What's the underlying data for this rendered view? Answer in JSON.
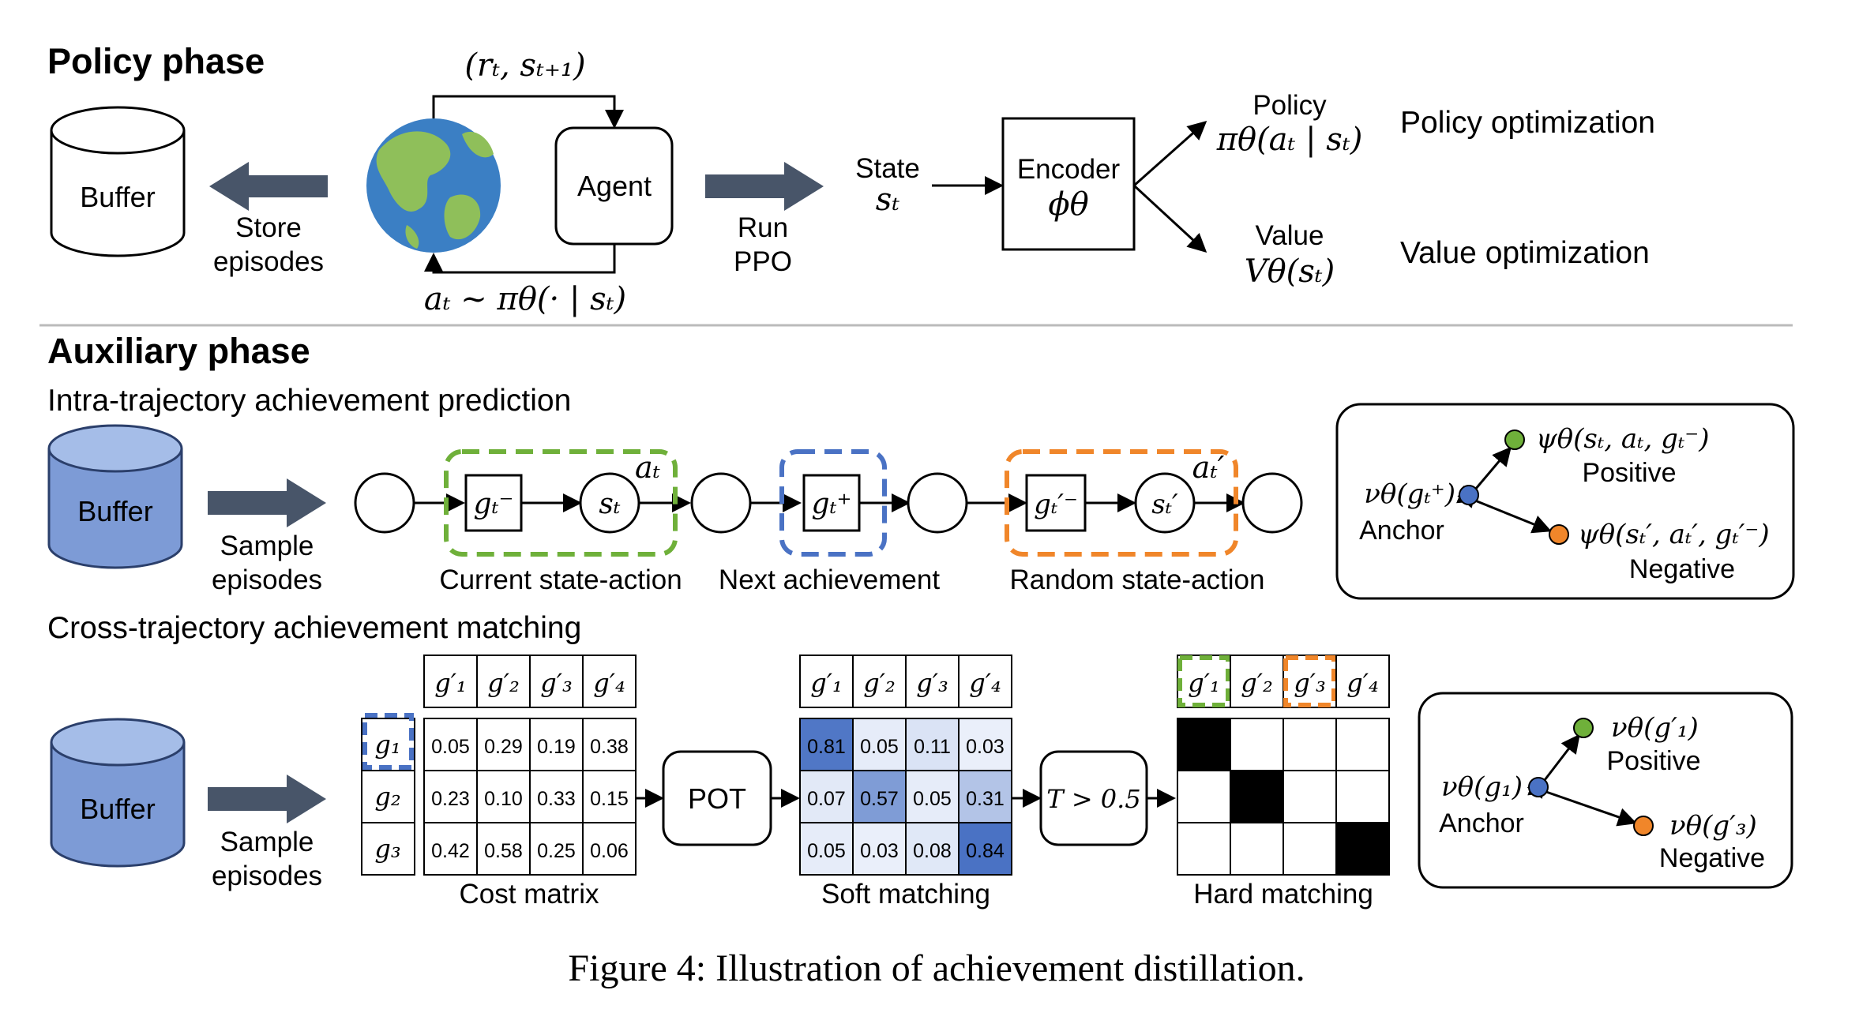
{
  "policy_phase": {
    "heading": "Policy phase",
    "buffer_label": "Buffer",
    "store_label_1": "Store",
    "store_label_2": "episodes",
    "agent_label": "Agent",
    "reward_obs_label": "(rₜ, sₜ₊₁)",
    "action_label": "aₜ ~ πθ(· | sₜ)",
    "run_label_1": "Run",
    "run_label_2": "PPO",
    "state_label": "State",
    "state_symbol": "sₜ",
    "encoder_label": "Encoder",
    "encoder_symbol": "ϕθ",
    "policy_label": "Policy",
    "policy_symbol": "πθ(aₜ | sₜ)",
    "value_label": "Value",
    "value_symbol": "Vθ(sₜ)",
    "policy_opt": "Policy optimization",
    "value_opt": "Value optimization"
  },
  "aux_phase": {
    "heading": "Auxiliary phase",
    "intra_title": "Intra-trajectory achievement prediction",
    "buffer_label": "Buffer",
    "sample_1": "Sample",
    "sample_2": "episodes",
    "g_minus": "gₜ⁻",
    "s_t": "sₜ",
    "a_t": "aₜ",
    "g_plus": "gₜ⁺",
    "g_tp_minus": "gₜ′⁻",
    "s_tp": "sₜ′",
    "a_tp": "aₜ′",
    "current_label": "Current state-action",
    "next_label": "Next achievement",
    "random_label": "Random state-action",
    "legend1": {
      "positive_sym": "ψθ(sₜ, aₜ, gₜ⁻)",
      "positive": "Positive",
      "anchor_sym": "νθ(gₜ⁺)",
      "anchor": "Anchor",
      "negative_sym": "ψθ(sₜ′, aₜ′, gₜ′⁻)",
      "negative": "Negative"
    },
    "cross_title": "Cross-trajectory achievement matching",
    "buffer2_label": "Buffer",
    "col_headers": [
      "g′₁",
      "g′₂",
      "g′₃",
      "g′₄"
    ],
    "row_headers": [
      "g₁",
      "g₂",
      "g₃"
    ],
    "cost_matrix": [
      [
        "0.05",
        "0.29",
        "0.19",
        "0.38"
      ],
      [
        "0.23",
        "0.10",
        "0.33",
        "0.15"
      ],
      [
        "0.42",
        "0.58",
        "0.25",
        "0.06"
      ]
    ],
    "cost_label": "Cost matrix",
    "pot_label": "POT",
    "soft_matrix": [
      [
        "0.81",
        "0.05",
        "0.11",
        "0.03"
      ],
      [
        "0.07",
        "0.57",
        "0.05",
        "0.31"
      ],
      [
        "0.05",
        "0.03",
        "0.08",
        "0.84"
      ]
    ],
    "soft_label": "Soft matching",
    "threshold_label": "T > 0.5",
    "hard_matrix": [
      [
        1,
        0,
        0,
        0
      ],
      [
        0,
        1,
        0,
        0
      ],
      [
        0,
        0,
        0,
        1
      ]
    ],
    "hard_label": "Hard matching",
    "legend2": {
      "positive_sym": "νθ(g′₁)",
      "positive": "Positive",
      "anchor_sym": "νθ(g₁)",
      "anchor": "Anchor",
      "negative_sym": "νθ(g′₃)",
      "negative": "Negative"
    }
  },
  "caption": "Figure 4: Illustration of achievement distillation.",
  "colors": {
    "green": "#6fb03a",
    "blue": "#4a72c4",
    "orange": "#f0862a",
    "buffer_fill": "#7d9bd6",
    "arrow": "#485569"
  }
}
